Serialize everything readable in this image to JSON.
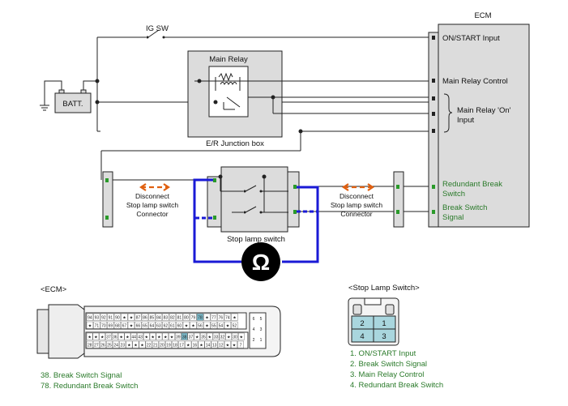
{
  "ecm_block": {
    "title": "ECM",
    "inputs": [
      {
        "label": "ON/START Input",
        "color": "#111111"
      },
      {
        "label": "Main Relay Control",
        "color": "#111111"
      },
      {
        "label": "Main Relay 'On'",
        "color": "#111111"
      },
      {
        "label": "Input",
        "color": "#111111"
      },
      {
        "label": "Redundant Break",
        "color": "#2a7a2a"
      },
      {
        "label": "Switch",
        "color": "#2a7a2a"
      },
      {
        "label": "Break Switch",
        "color": "#2a7a2a"
      },
      {
        "label": "Signal",
        "color": "#2a7a2a"
      }
    ]
  },
  "ig_switch": {
    "label": "IG SW"
  },
  "battery": {
    "label": "BATT."
  },
  "main_relay": {
    "label": "Main Relay"
  },
  "junction_box": {
    "label": "E/R Junction box"
  },
  "stop_lamp_switch": {
    "label": "Stop lamp switch"
  },
  "disconnect_left": {
    "line1": "Disconnect",
    "line2": "Stop lamp switch",
    "line3": "Connector"
  },
  "disconnect_right": {
    "line1": "Disconnect",
    "line2": "Stop lamp switch",
    "line3": "Connector"
  },
  "ohm_meter": {
    "symbol": "Ω"
  },
  "ecm_connector": {
    "title": "<ECM>",
    "row1": [
      "94",
      "93",
      "92",
      "91",
      "90",
      "★",
      "★",
      "87",
      "86",
      "85",
      "84",
      "83",
      "82",
      "81",
      "80",
      "79",
      "78",
      "★",
      "77",
      "76",
      "74",
      "★"
    ],
    "row2": [
      "★",
      "71",
      "70",
      "69",
      "68",
      "67",
      "★",
      "66",
      "65",
      "64",
      "63",
      "62",
      "61",
      "60",
      "★",
      "★",
      "56",
      "★",
      "55",
      "54",
      "★",
      "52"
    ],
    "row3": [
      "★",
      "★",
      "★",
      "37",
      "36",
      "★",
      "★",
      "44",
      "43",
      "★",
      "★",
      "★",
      "★",
      "★",
      "39",
      "38",
      "37",
      "★",
      "35",
      "★",
      "33",
      "32",
      "★",
      "30",
      "★"
    ],
    "row4": [
      "28",
      "27",
      "26",
      "25",
      "24",
      "23",
      "★",
      "★",
      "★",
      "22",
      "21",
      "20",
      "19",
      "18",
      "17",
      "★",
      "16",
      "★",
      "14",
      "13",
      "12",
      "★",
      "★",
      "7"
    ],
    "side_pins": [
      "6",
      "5",
      "4",
      "3",
      "2",
      "1"
    ],
    "legend": [
      "38. Break Switch Signal",
      "78. Redundant Break Switch"
    ],
    "highlight_color": "#7ab8c8"
  },
  "stop_switch_connector": {
    "title": "<Stop Lamp Switch>",
    "pins": [
      "2",
      "1",
      "4",
      "3"
    ],
    "legend": [
      "1. ON/START Input",
      "2. Break Switch Signal",
      "3. Main Relay Control",
      "4. Redundant Break Switch"
    ],
    "fill_color": "#a9d6de"
  },
  "colors": {
    "probe_wire": "#1a1ad6",
    "arrow": "#e06010",
    "green_terminal": "#2a9a2a",
    "box_gray": "#dcdcdc"
  }
}
